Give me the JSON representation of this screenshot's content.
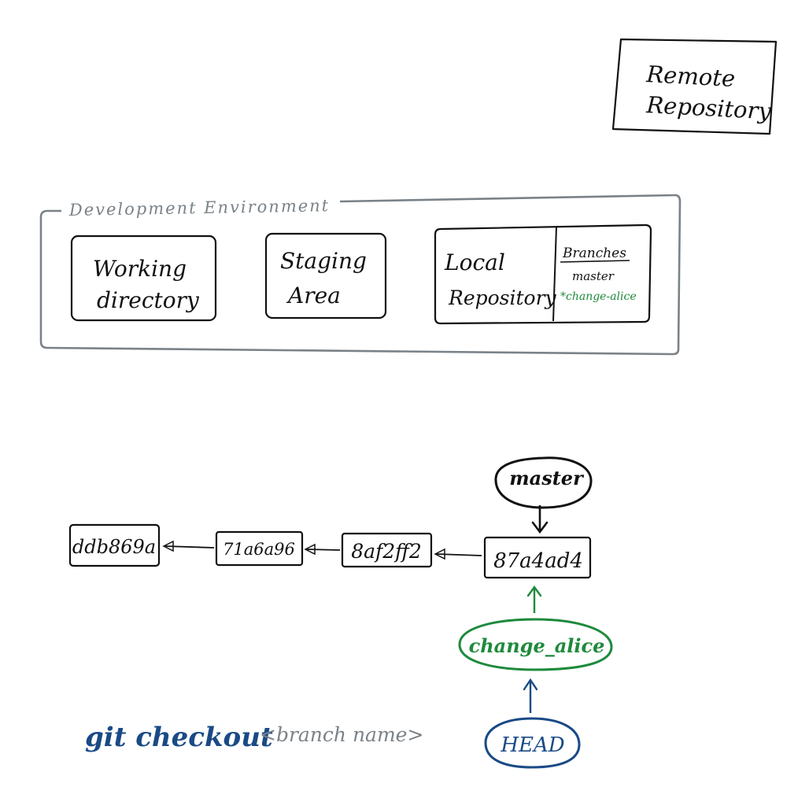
{
  "remote": {
    "line1": "Remote",
    "line2": "Repository"
  },
  "dev_env": {
    "label": "Development Environment"
  },
  "working_directory": {
    "line1": "Working",
    "line2": "directory"
  },
  "staging_area": {
    "line1": "Staging",
    "line2": "Area"
  },
  "local_repository": {
    "line1": "Local",
    "line2": "Repository",
    "branches_title": "Branches",
    "branches": [
      "master",
      "*change-alice"
    ]
  },
  "commits": [
    "ddb869a",
    "71a6a96",
    "8af2ff2",
    "87a4ad4"
  ],
  "pointers": {
    "master": "master",
    "change_alice": "change_alice",
    "head": "HEAD"
  },
  "command": {
    "text": "git checkout",
    "arg": "<branch name>"
  },
  "colors": {
    "ink": "#111111",
    "gray": "#7a8288",
    "green": "#1e8a3c",
    "blue": "#1a4a86"
  }
}
